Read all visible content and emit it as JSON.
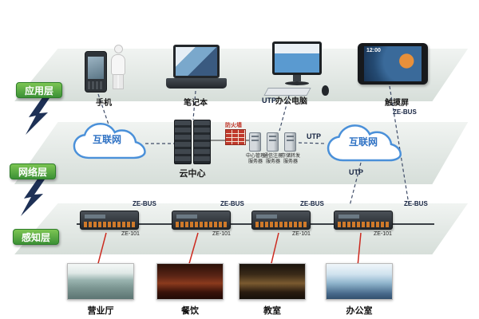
{
  "layers": {
    "application": "应用层",
    "network": "网络层",
    "sense": "感知层"
  },
  "app": {
    "phone": "手机",
    "laptop": "笔记本",
    "pc": "办公电脑",
    "touchscreen": "触摸屏",
    "tablet_time": "12:00"
  },
  "net": {
    "internet_left": "互联网",
    "internet_right": "互联网",
    "cloud_center": "云中心",
    "firewall": "防火墙",
    "server1": "中心管理服务器",
    "server2": "通信注册服务器",
    "server3": "存储转发服务器",
    "utp_top": "UTP",
    "utp_mid": "UTP",
    "utp_down": "UTP",
    "zebus_top": "ZE-BUS"
  },
  "bus": {
    "zebus1": "ZE-BUS",
    "zebus2": "ZE-BUS",
    "zebus3": "ZE-BUS",
    "zebus4": "ZE-BUS",
    "model1": "ZE-101",
    "model2": "ZE-101",
    "model3": "ZE-101",
    "model4": "ZE-101"
  },
  "rooms": {
    "room1": "营业厅",
    "room2": "餐饮",
    "room3": "教室",
    "room4": "办公室"
  }
}
